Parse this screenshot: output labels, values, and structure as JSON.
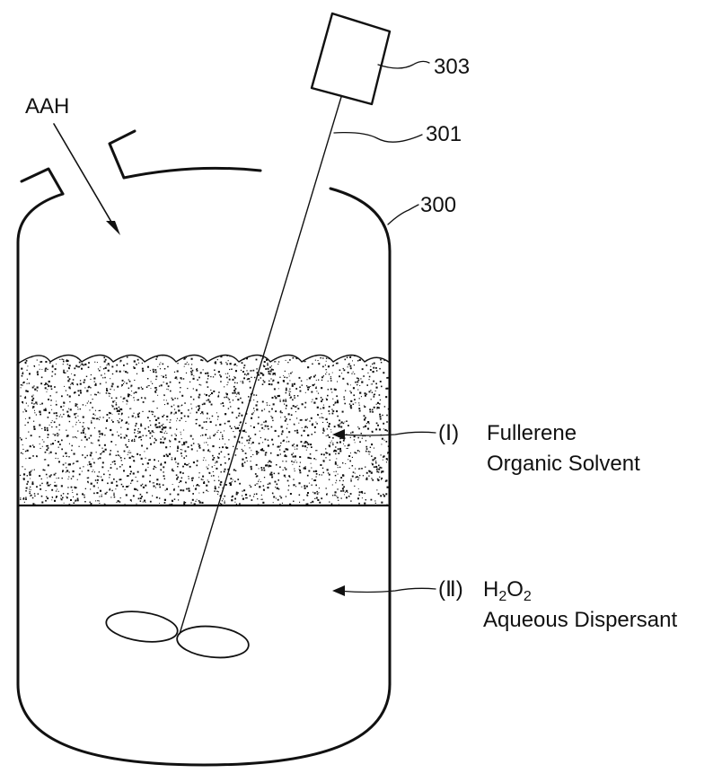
{
  "labels": {
    "inlet": "AAH",
    "motor_ref": "303",
    "shaft_ref": "301",
    "vessel_ref": "300",
    "layer1_marker": "(Ⅰ)",
    "layer1_line1": "Fullerene",
    "layer1_line2": "Organic Solvent",
    "layer2_marker": "(Ⅱ)",
    "layer2_formula_h": "H",
    "layer2_formula_h_sub": "2",
    "layer2_formula_o": "O",
    "layer2_formula_o_sub": "2",
    "layer2_line2": "Aqueous Dispersant"
  },
  "colors": {
    "ink": "#111111",
    "background": "#ffffff"
  }
}
